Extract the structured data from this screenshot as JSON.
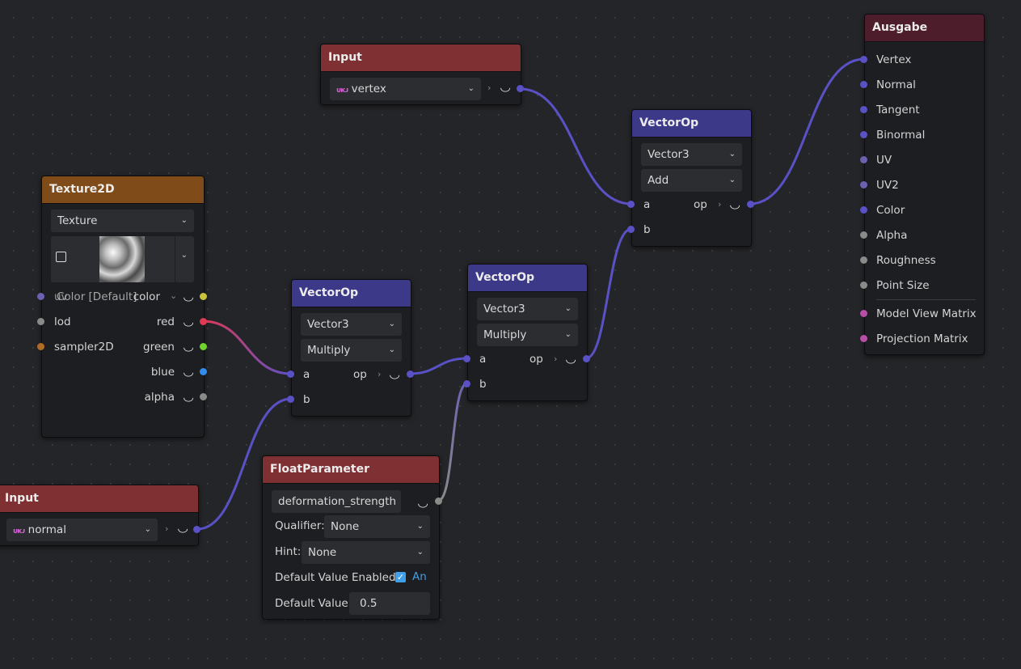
{
  "input_vertex": {
    "title": "Input",
    "value": "vertex",
    "type_icon": "vec3-icon"
  },
  "input_normal": {
    "title": "Input",
    "value": "normal",
    "type_icon": "vec3-icon"
  },
  "texture": {
    "title": "Texture2D",
    "type": "Texture",
    "inputs": [
      "uv",
      "lod",
      "sampler2D"
    ],
    "uv_hint": "Color [Default]",
    "outputs": [
      "color",
      "red",
      "green",
      "blue",
      "alpha"
    ]
  },
  "vectorop_1": {
    "title": "VectorOp",
    "type": "Vector3",
    "op_select": "Multiply",
    "in_a": "a",
    "in_b": "b",
    "out": "op"
  },
  "vectorop_2": {
    "title": "VectorOp",
    "type": "Vector3",
    "op_select": "Multiply",
    "in_a": "a",
    "in_b": "b",
    "out": "op"
  },
  "vectorop_3": {
    "title": "VectorOp",
    "type": "Vector3",
    "op_select": "Add",
    "in_a": "a",
    "in_b": "b",
    "out": "op"
  },
  "float_param": {
    "title": "FloatParameter",
    "name": "deformation_strength",
    "qualifier_label": "Qualifier:",
    "qualifier": "None",
    "hint_label": "Hint:",
    "hint": "None",
    "default_enabled_label": "Default Value Enabled:",
    "default_enabled_text": "An",
    "default_value_label": "Default Value:",
    "default_value": "0.5"
  },
  "output": {
    "title": "Ausgabe",
    "ports": [
      "Vertex",
      "Normal",
      "Tangent",
      "Binormal",
      "UV",
      "UV2",
      "Color",
      "Alpha",
      "Roughness",
      "Point Size"
    ],
    "matrix_ports": [
      "Model View Matrix",
      "Projection Matrix"
    ]
  },
  "colors": {
    "background": "#242528",
    "node_body": "#1d1e21",
    "title_input": "#7e3033",
    "title_vectorop": "#3c3988",
    "title_texture": "#7e4b19",
    "title_output": "#4d1d2b",
    "wire_vector": "#5b51c6",
    "wire_float": "#8a8a8a",
    "wire_red": "#e23a55"
  }
}
